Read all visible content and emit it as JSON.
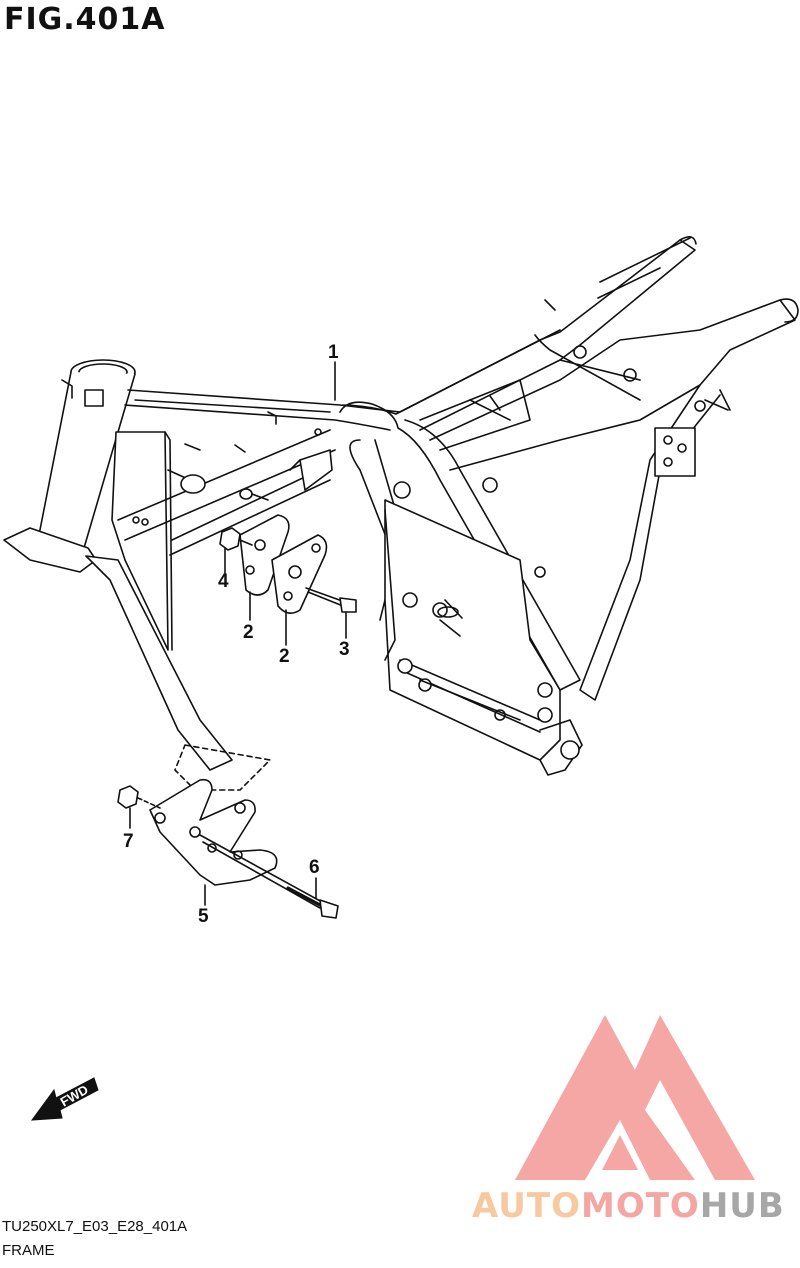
{
  "figure": {
    "title": "FIG.401A",
    "code": "TU250XL7_E03_E28_401A",
    "name": "FRAME"
  },
  "callouts": [
    {
      "id": "1",
      "label": "1"
    },
    {
      "id": "2a",
      "label": "2"
    },
    {
      "id": "2b",
      "label": "2"
    },
    {
      "id": "3",
      "label": "3"
    },
    {
      "id": "4",
      "label": "4"
    },
    {
      "id": "5",
      "label": "5"
    },
    {
      "id": "6",
      "label": "6"
    },
    {
      "id": "7",
      "label": "7"
    }
  ],
  "direction_badge": {
    "label": "FWD"
  },
  "watermark": {
    "part1": "AUTO",
    "part2": "MOTO",
    "part3": "HUB",
    "colors": {
      "auto": "#f7c9a0",
      "moto": "#f3a6a3",
      "hub": "#a7a7a7",
      "triangle": "#f08a86"
    }
  }
}
